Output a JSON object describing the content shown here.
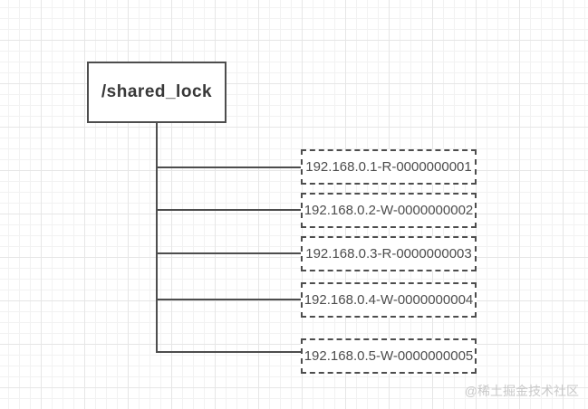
{
  "diagram": {
    "root": {
      "label": "/shared_lock"
    },
    "children": [
      {
        "label": "192.168.0.1-R-0000000001"
      },
      {
        "label": "192.168.0.2-W-0000000002"
      },
      {
        "label": "192.168.0.3-R-0000000003"
      },
      {
        "label": "192.168.0.4-W-0000000004"
      },
      {
        "label": "192.168.0.5-W-0000000005"
      }
    ]
  },
  "watermark": {
    "text": "@稀土掘金技术社区"
  },
  "colors": {
    "line": "#4d4d4d",
    "node_border": "#4d4d4d",
    "root_text": "#383838",
    "child_text": "#4d4d4d",
    "grid_minor": "#f2f2f2",
    "grid_major": "#e6e6e6",
    "background": "#ffffff",
    "watermark_text": "#c9c9c9"
  }
}
